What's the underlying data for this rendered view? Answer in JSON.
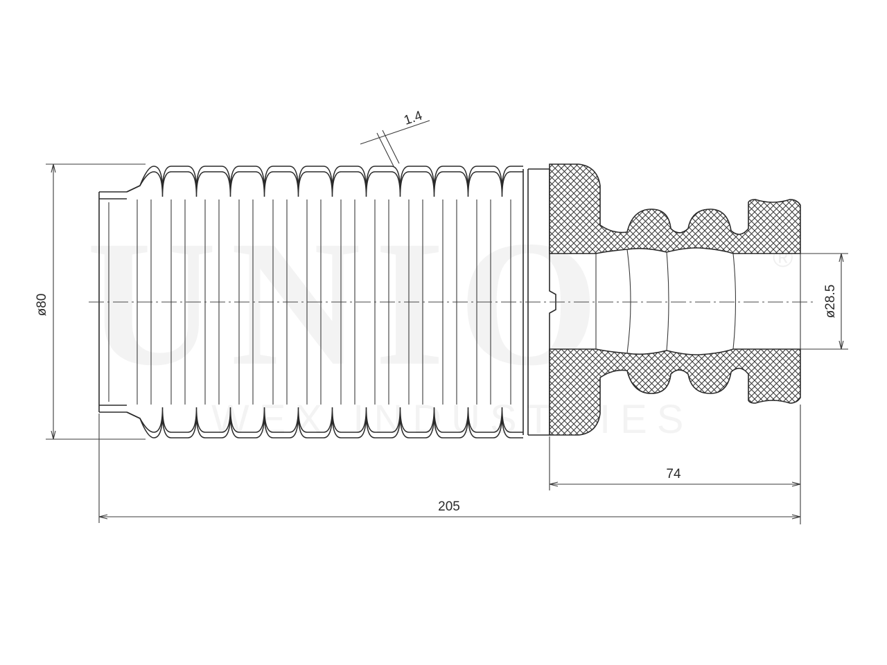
{
  "watermark": {
    "brand": "UNIO",
    "registered": "®",
    "subtitle": "WEX INDUSTRIES"
  },
  "dimensions": {
    "outer_diameter": "ø80",
    "wall_thickness": "1.4",
    "bore_diameter": "ø28.5",
    "bumper_length": "74",
    "overall_length": "205"
  }
}
